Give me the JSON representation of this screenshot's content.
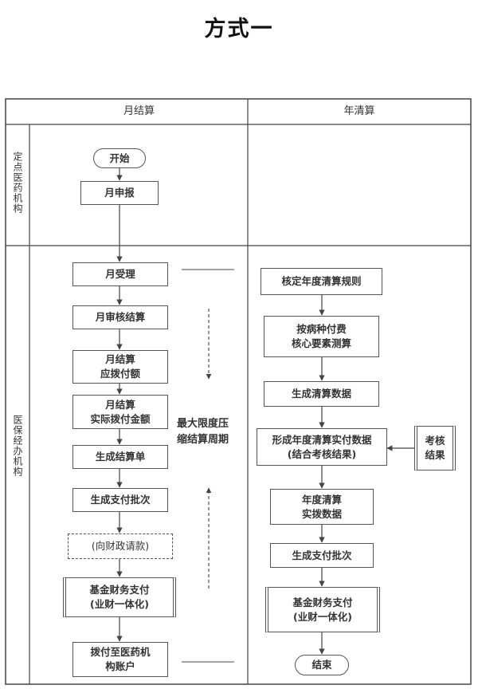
{
  "title": "方式一",
  "columns": {
    "monthly": "月结算",
    "annual": "年清算"
  },
  "lanes": {
    "hospital": "定点医药机构",
    "agency": "医保经办机构"
  },
  "monthly_steps": {
    "start": "开始",
    "report": "月申报",
    "accept": "月受理",
    "audit": "月审核结算",
    "payable": "月结算\n应拨付额",
    "actual": "月结算\n实际拨付金额",
    "statement": "生成结算单",
    "batch": "生成支付批次",
    "request": "(向财政请款)",
    "finance": "基金财务支付\n(业财一体化)",
    "transfer": "拨付至医药机\n构账户"
  },
  "annual_steps": {
    "rules": "核定年度清算规则",
    "calc": "按病种付费\n核心要素测算",
    "data": "生成清算数据",
    "actual": "形成年度清算实付数据\n(结合考核结果)",
    "review": "考核\n结果",
    "transfer_data": "年度清算\n实拨数据",
    "batch": "生成支付批次",
    "finance": "基金财务支付\n(业财一体化)",
    "end": "结束"
  },
  "note": "最大限度压\n缩结算周期"
}
